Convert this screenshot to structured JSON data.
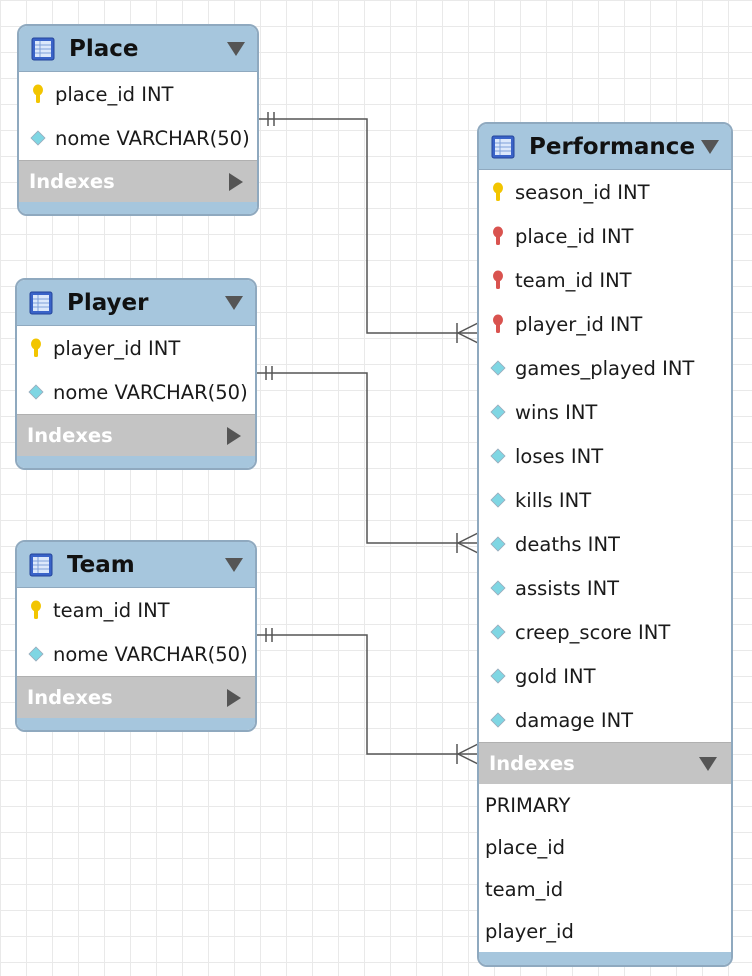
{
  "tables": {
    "place": {
      "name": "Place",
      "columns": [
        {
          "text": "place_id INT",
          "icon": "primary-key-icon"
        },
        {
          "text": "nome VARCHAR(50)",
          "icon": "column-diamond-icon"
        }
      ],
      "indexes_label": "Indexes"
    },
    "player": {
      "name": "Player",
      "columns": [
        {
          "text": "player_id INT",
          "icon": "primary-key-icon"
        },
        {
          "text": "nome VARCHAR(50)",
          "icon": "column-diamond-icon"
        }
      ],
      "indexes_label": "Indexes"
    },
    "team": {
      "name": "Team",
      "columns": [
        {
          "text": "team_id INT",
          "icon": "primary-key-icon"
        },
        {
          "text": "nome VARCHAR(50)",
          "icon": "column-diamond-icon"
        }
      ],
      "indexes_label": "Indexes"
    },
    "performance": {
      "name": "Performance",
      "columns": [
        {
          "text": "season_id INT",
          "icon": "primary-key-icon"
        },
        {
          "text": "place_id INT",
          "icon": "foreign-key-icon"
        },
        {
          "text": "team_id INT",
          "icon": "foreign-key-icon"
        },
        {
          "text": "player_id INT",
          "icon": "foreign-key-icon"
        },
        {
          "text": "games_played INT",
          "icon": "column-diamond-icon"
        },
        {
          "text": "wins INT",
          "icon": "column-diamond-icon"
        },
        {
          "text": "loses INT",
          "icon": "column-diamond-icon"
        },
        {
          "text": "kills INT",
          "icon": "column-diamond-icon"
        },
        {
          "text": "deaths INT",
          "icon": "column-diamond-icon"
        },
        {
          "text": "assists INT",
          "icon": "column-diamond-icon"
        },
        {
          "text": "creep_score INT",
          "icon": "column-diamond-icon"
        },
        {
          "text": "gold INT",
          "icon": "column-diamond-icon"
        },
        {
          "text": "damage INT",
          "icon": "column-diamond-icon"
        }
      ],
      "indexes_label": "Indexes",
      "indexes": [
        "PRIMARY",
        "place_id",
        "team_id",
        "player_id"
      ]
    }
  },
  "relationships": [
    {
      "from": "Place",
      "to": "Performance",
      "type": "one-to-many"
    },
    {
      "from": "Player",
      "to": "Performance",
      "type": "one-to-many"
    },
    {
      "from": "Team",
      "to": "Performance",
      "type": "one-to-many"
    }
  ],
  "colors": {
    "header": "#a6c6dd",
    "border": "#8fa9bf",
    "indexes_bar": "#c4c4c4",
    "primary_key": "#f2c500",
    "foreign_key": "#d9534f",
    "column": "#7fd6e3",
    "line": "#555555"
  }
}
